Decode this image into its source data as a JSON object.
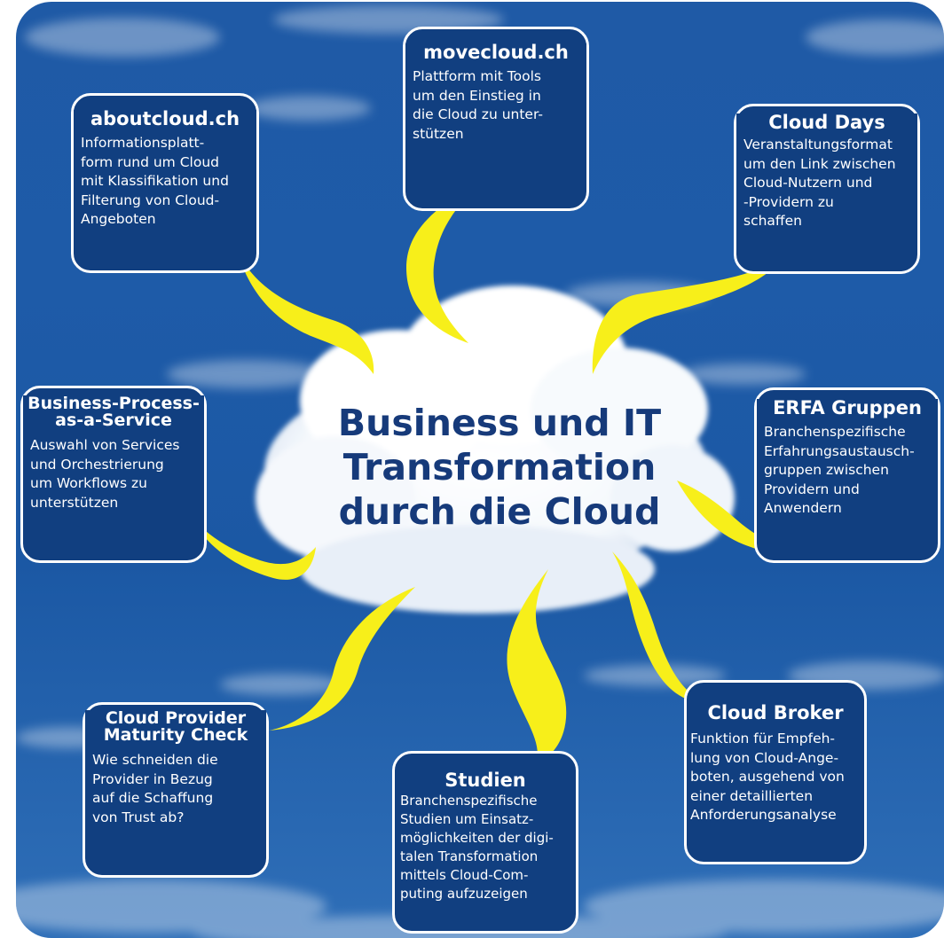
{
  "center": {
    "title": "Business und IT\nTransformation\ndurch die Cloud"
  },
  "nodes": [
    {
      "key": "aboutcloud",
      "title": "aboutcloud.ch",
      "text": "Informationsplatt-\nform rund um Cloud\nmit Klassifikation und\nFilterung von Cloud-\nAngeboten"
    },
    {
      "key": "movecloud",
      "title": "movecloud.ch",
      "text": "Plattform mit Tools\num den Einstieg in\ndie Cloud zu unter-\nstützen"
    },
    {
      "key": "clouddays",
      "title": "Cloud Days",
      "text": "Veranstaltungsformat\num den Link zwischen\nCloud-Nutzern und\n-Providern zu\nschaffen"
    },
    {
      "key": "bpaas",
      "title": "Business-Process-\nas-a-Service",
      "text": "Auswahl von Services\nund Orchestrierung\num Workflows zu\nunterstützen"
    },
    {
      "key": "erfa",
      "title": "ERFA Gruppen",
      "text": "Branchenspezifische\nErfahrungsaustausch-\ngruppen zwischen\nProvidern und\nAnwendern"
    },
    {
      "key": "maturity",
      "title": "Cloud Provider\nMaturity Check",
      "text": "Wie schneiden die\nProvider in Bezug\nauf die Schaffung\nvon Trust ab?"
    },
    {
      "key": "studien",
      "title": "Studien",
      "text": "Branchenspezifische\nStudien um Einsatz-\nmöglichkeiten der digi-\ntalen Transformation\nmittels Cloud-Com-\nputing aufzuzeigen"
    },
    {
      "key": "broker",
      "title": "Cloud Broker",
      "text": "Funktion für Empfeh-\nlung von Cloud-Ange-\nboten, ausgehend von\neiner detaillierten\nAnforderungsanalyse"
    }
  ],
  "colors": {
    "sky": "#1e5ba8",
    "card": "#113f80",
    "ray": "#f7ef1a",
    "title": "#163a7a"
  }
}
